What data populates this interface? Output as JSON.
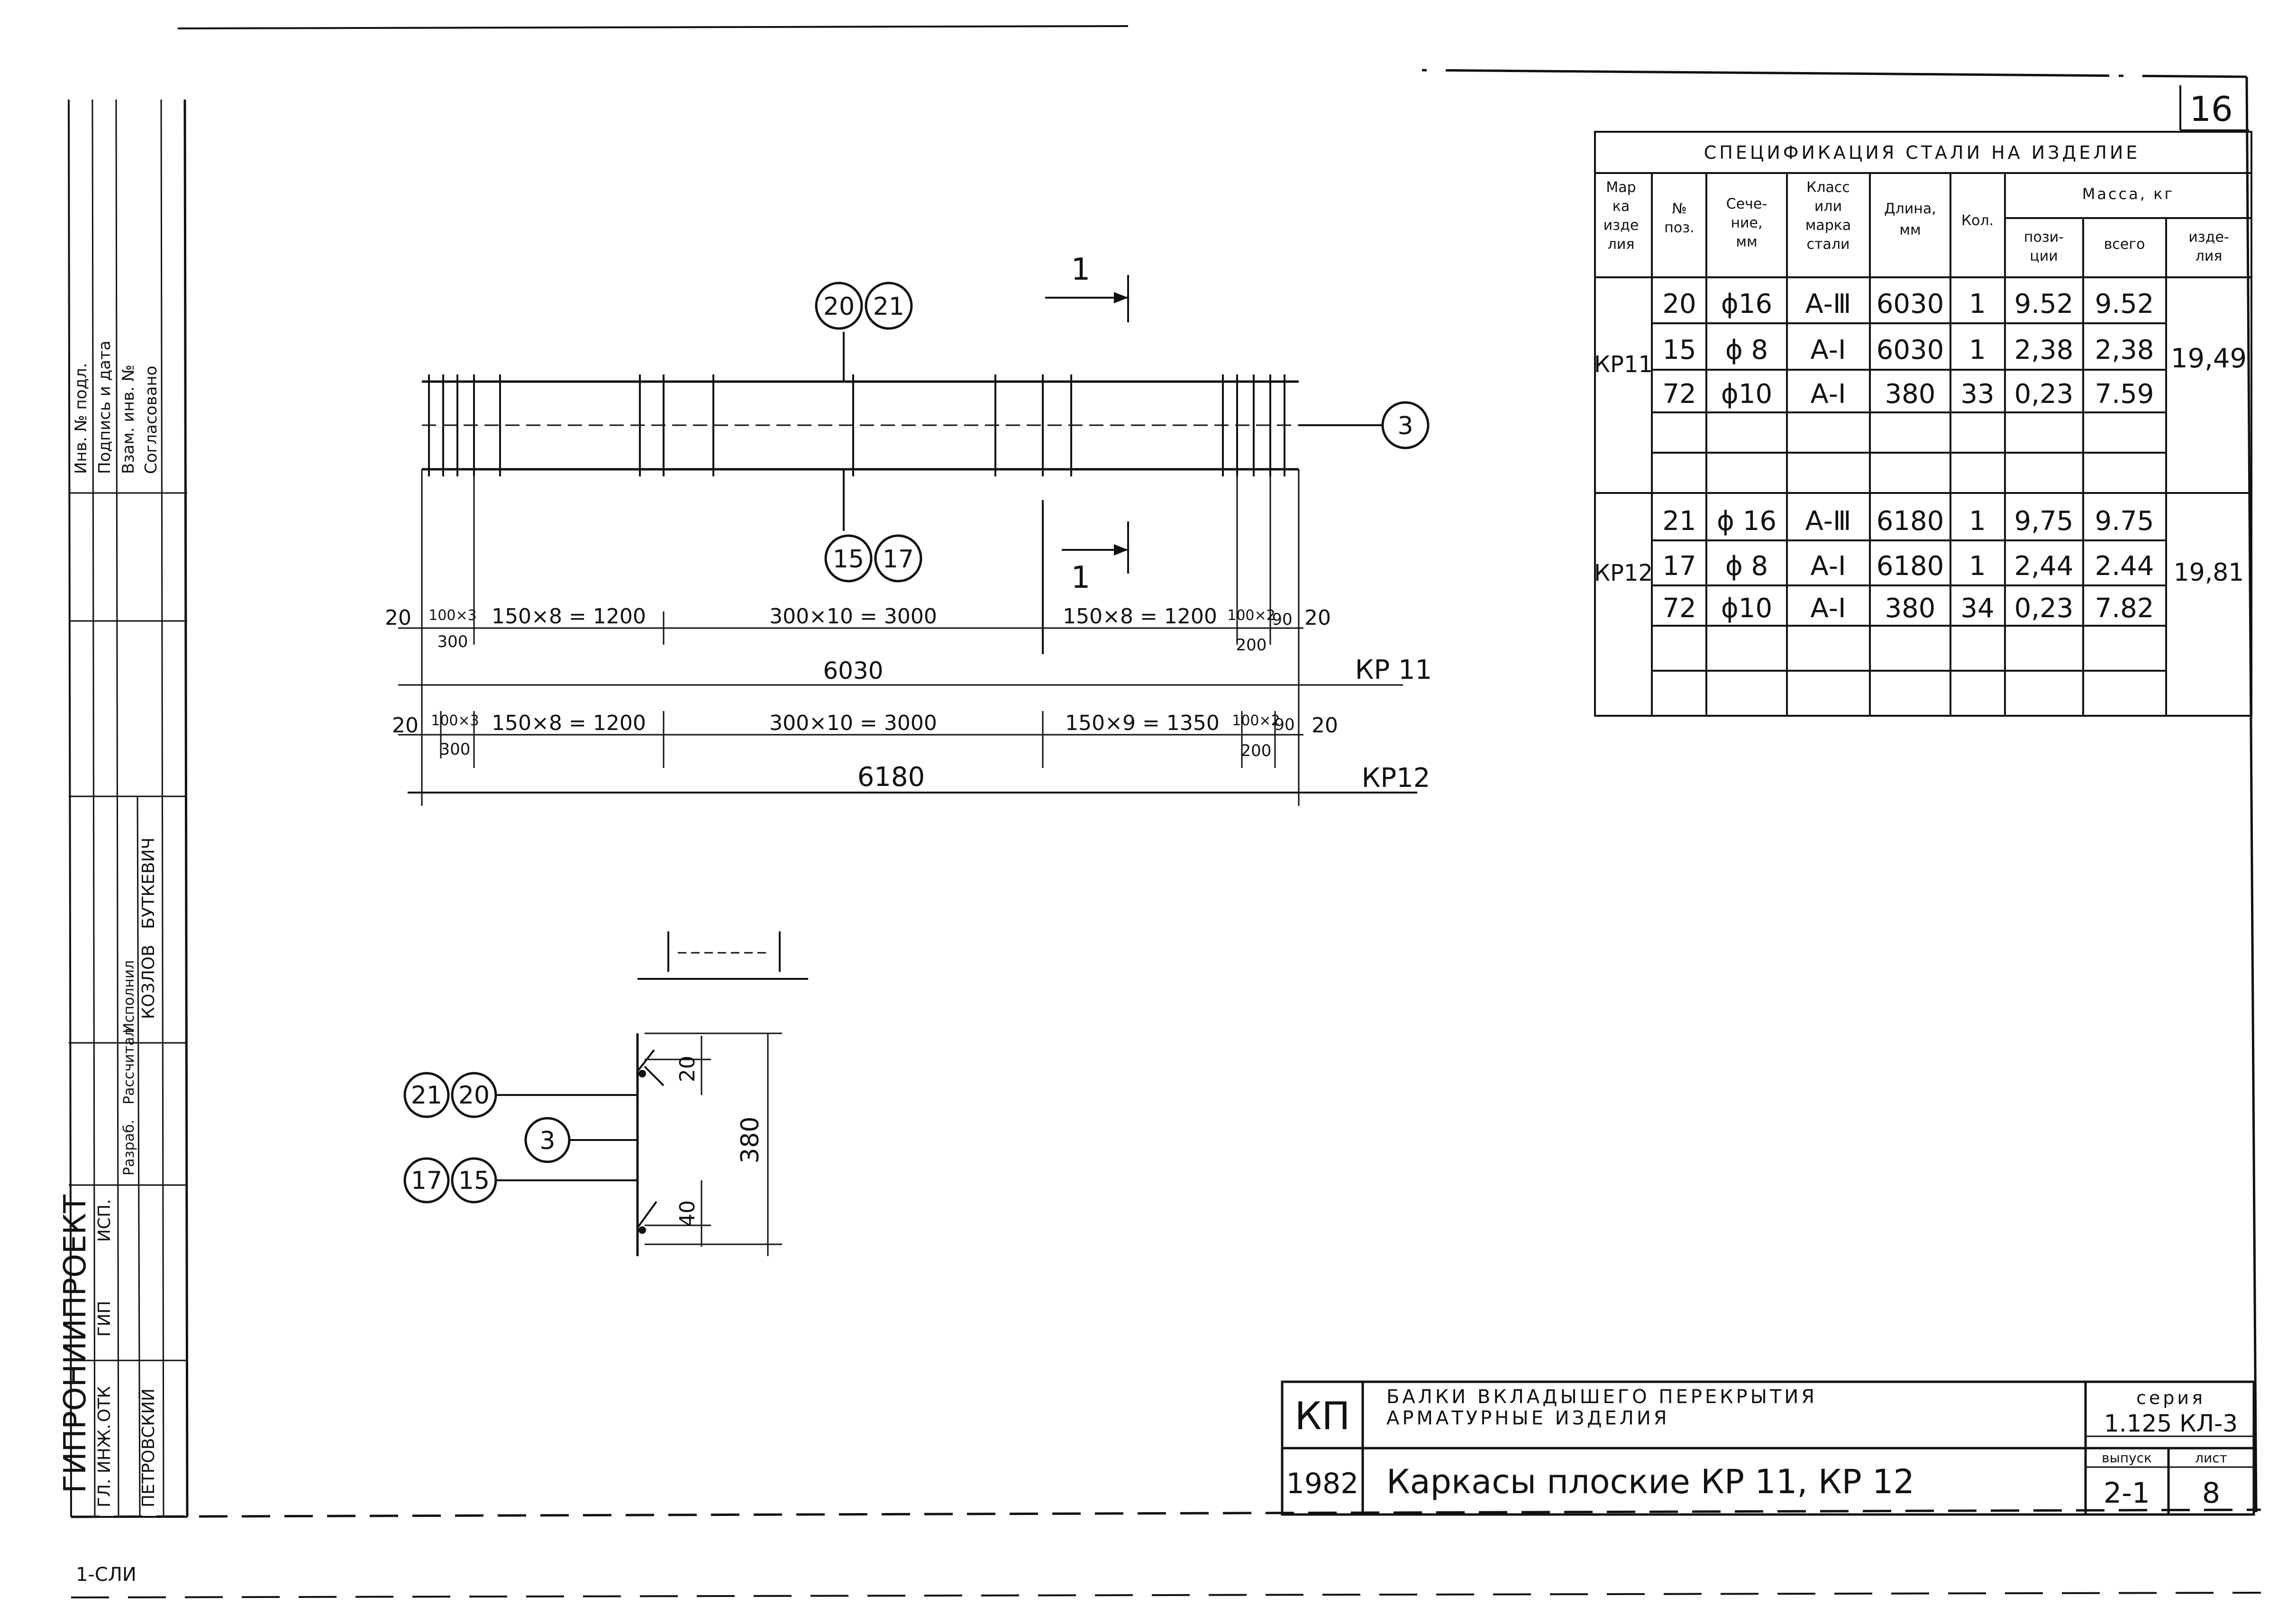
{
  "sheet_number": "16",
  "spec": {
    "title": "СПЕЦИФИКАЦИЯ СТАЛИ НА ИЗДЕЛИЕ",
    "col_mark": [
      "Мар",
      "ка",
      "изде",
      "лия"
    ],
    "col_pos": [
      "№",
      "поз."
    ],
    "col_section": [
      "Сече-",
      "ние,",
      "мм"
    ],
    "col_class": [
      "Класс",
      "или",
      "марка",
      "стали"
    ],
    "col_length": [
      "Длина,",
      "мм"
    ],
    "col_qty": "Кол.",
    "col_mass": "Масса, кг",
    "col_mass_pos": [
      "пози-",
      "ции"
    ],
    "col_mass_total": "всего",
    "col_mass_item": [
      "изде-",
      "лия"
    ],
    "groups": [
      {
        "mark": "КР11",
        "item_mass": "19,49",
        "rows": [
          {
            "pos": "20",
            "section": "ϕ16",
            "class": "А-Ⅲ",
            "length": "6030",
            "qty": "1",
            "mass_pos": "9.52",
            "mass_total": "9.52"
          },
          {
            "pos": "15",
            "section": "ϕ 8",
            "class": "А-Ⅰ",
            "length": "6030",
            "qty": "1",
            "mass_pos": "2,38",
            "mass_total": "2,38"
          },
          {
            "pos": "72",
            "section": "ϕ10",
            "class": "А-Ⅰ",
            "length": "380",
            "qty": "33",
            "mass_pos": "0,23",
            "mass_total": "7.59"
          }
        ]
      },
      {
        "mark": "КР12",
        "item_mass": "19,81",
        "rows": [
          {
            "pos": "21",
            "section": "ϕ 16",
            "class": "А-Ⅲ",
            "length": "6180",
            "qty": "1",
            "mass_pos": "9,75",
            "mass_total": "9.75"
          },
          {
            "pos": "17",
            "section": "ϕ 8",
            "class": "А-Ⅰ",
            "length": "6180",
            "qty": "1",
            "mass_pos": "2,44",
            "mass_total": "2.44"
          },
          {
            "pos": "72",
            "section": "ϕ10",
            "class": "А-Ⅰ",
            "length": "380",
            "qty": "34",
            "mass_pos": "0,23",
            "mass_total": "7.82"
          }
        ]
      }
    ]
  },
  "elevation": {
    "callout_top": [
      "20",
      "21"
    ],
    "callout_right": "3",
    "callout_bottom": [
      "15",
      "17"
    ],
    "section_mark": "1",
    "kr11": {
      "left_end": "20",
      "seg1_top": "100×3",
      "seg1_bot": "300",
      "seg2": "150×8 = 1200",
      "seg3": "300×10 = 3000",
      "seg4": "150×8 = 1200",
      "seg5_top": "100×2",
      "seg5_bot": "200",
      "seg6": "90",
      "right_end": "20",
      "total": "6030",
      "label": "КР 11"
    },
    "kr12": {
      "left_end": "20",
      "seg1_top": "100×3",
      "seg1_bot": "300",
      "seg2": "150×8 = 1200",
      "seg3": "300×10 = 3000",
      "seg4": "150×9 = 1350",
      "seg5_top": "100×2",
      "seg5_bot": "200",
      "seg6": "90",
      "right_end": "20",
      "total": "6180",
      "label": "КР12"
    }
  },
  "section": {
    "title": "1 — 1",
    "callout_top": [
      "21",
      "20"
    ],
    "callout_mid": "3",
    "callout_bottom": [
      "17",
      "15"
    ],
    "dim_height": "380",
    "dim_top": "20",
    "dim_bottom": "40"
  },
  "title_block": {
    "org_code": "КП",
    "year": "1982",
    "doc_title_1": "БАЛКИ ВКЛАДЫШЕГО ПЕРЕКРЫТИЯ",
    "doc_title_2": "АРМАТУРНЫЕ ИЗДЕЛИЯ",
    "sheet_title": "Каркасы плоские КР 11, КР 12",
    "series_label": "серия",
    "series_value": "1.125 КЛ-3",
    "issue_label": "выпуск",
    "issue_value": "2-1",
    "sheet_label": "лист",
    "sheet_value": "8"
  },
  "left_stamp": {
    "institute": "ГИПРОНИИПРОЕКТ",
    "roles": [
      "ГЛ. ИНЖ.",
      "ОТК",
      "ГИП",
      "ИСП."
    ],
    "names": [
      "ПЕТРОВСКИЙ",
      "КОЗЛОВ",
      "БУТКЕВИЧ"
    ],
    "labels": [
      "Разраб.",
      "Рассчитал",
      "Исполнил"
    ],
    "upper_text": [
      "Инв. № подл.",
      "Подпись и дата",
      "Взам. инв. №",
      "Согласовано"
    ]
  },
  "bottom_note": "1-СЛИ"
}
